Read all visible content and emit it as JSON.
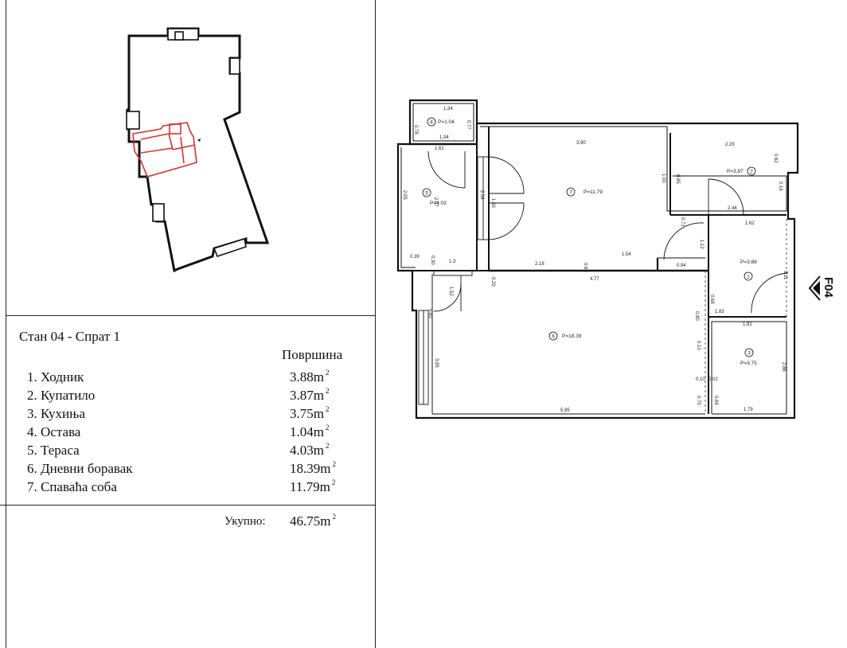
{
  "legend": {
    "title": "Стан 04 - Спрат 1",
    "area_header": "Површина",
    "unit_sup": "2",
    "rooms": [
      {
        "name": "1. Ходник",
        "area": "3.88m"
      },
      {
        "name": "2. Купатило",
        "area": "3.87m"
      },
      {
        "name": "3. Кухиња",
        "area": "3.75m"
      },
      {
        "name": "4. Остава",
        "area": "1.04m"
      },
      {
        "name": "5. Тераса",
        "area": "4.03m"
      },
      {
        "name": "6. Дневни боравак",
        "area": "18.39m"
      },
      {
        "name": "7. Спаваћа соба",
        "area": "11.79m"
      }
    ],
    "total_label": "Укупно:",
    "total_area": "46.75m"
  },
  "orientation": {
    "label": "F04"
  },
  "plan": {
    "rooms": [
      {
        "num": "1",
        "area": "P=3.88"
      },
      {
        "num": "2",
        "area": "P=3.87"
      },
      {
        "num": "3",
        "area": "P=3.75"
      },
      {
        "num": "4",
        "area": "P=1.04"
      },
      {
        "num": "5",
        "area": "P=4.03"
      },
      {
        "num": "6",
        "area": "P=18.39"
      },
      {
        "num": "7",
        "area": "P=11.79"
      }
    ],
    "dims": [
      "1.34",
      "1.34",
      "0.78",
      "0.77",
      "1.61",
      "3.90",
      "1.00",
      "2.29",
      "0.62",
      "0.16",
      "0.85",
      "2.54",
      "2.05",
      "1.60",
      "0.71",
      "2.44",
      "1.62",
      "1.12",
      "0.94",
      "1.54",
      "2.18",
      "0.39",
      "1.3",
      "4.77",
      "0.60",
      "0.80",
      "3.11",
      "1.83",
      "1.81",
      "0.10",
      "0.10",
      "0.02",
      "0.70",
      "0.69",
      "2.86",
      "1.79",
      "5.95",
      "3.85",
      "1.52",
      "2.07",
      "0.20",
      "0.30",
      "0.63",
      "0.68"
    ]
  },
  "colors": {
    "highlight": "#d9322a",
    "walls": "#111111"
  }
}
